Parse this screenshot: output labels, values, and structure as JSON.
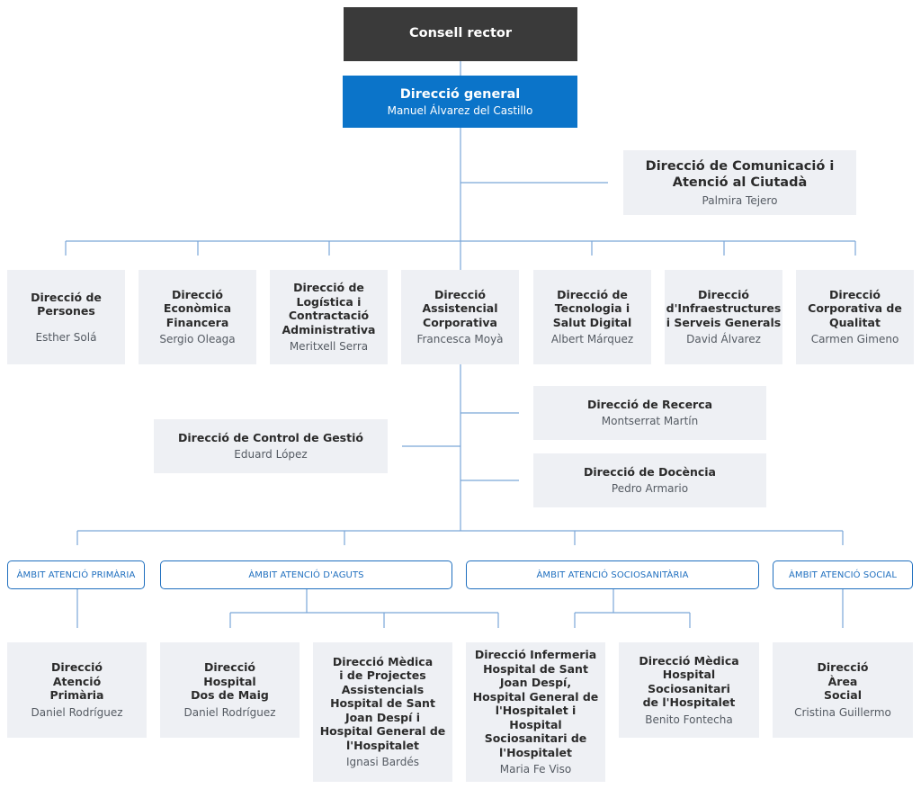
{
  "board": {
    "title": "Consell rector"
  },
  "general": {
    "title": "Direcció general",
    "name": "Manuel Álvarez del Castillo"
  },
  "communication": {
    "title": "Direcció de Comunicació i\nAtenció al Ciutadà",
    "name": "Palmira Tejero"
  },
  "directorates": [
    {
      "title": "Direcció de\nPersones",
      "name": "Esther Solá"
    },
    {
      "title": "Direcció\nEconòmica\nFinancera",
      "name": "Sergio Oleaga"
    },
    {
      "title": "Direcció de\nLogística i\nContractació\nAdministrativa",
      "name": "Meritxell Serra"
    },
    {
      "title": "Direcció\nAssistencial\nCorporativa",
      "name": "Francesca Moyà"
    },
    {
      "title": "Direcció de\nTecnologia i\nSalut Digital",
      "name": "Albert Márquez"
    },
    {
      "title": "Direcció\nd'Infraestructures\ni Serveis Generals",
      "name": "David Álvarez"
    },
    {
      "title": "Direcció\nCorporativa de\nQualitat",
      "name": "Carmen Gimeno"
    }
  ],
  "research": {
    "title": "Direcció de Recerca",
    "name": "Montserrat Martín"
  },
  "control": {
    "title": "Direcció de Control de Gestió",
    "name": "Eduard López"
  },
  "teaching": {
    "title": "Direcció de Docència",
    "name": "Pedro Armario"
  },
  "ambits": [
    "ÀMBIT ATENCIÓ PRIMÀRIA",
    "ÀMBIT ATENCIÓ D'AGUTS",
    "ÀMBIT ATENCIÓ SOCIOSANITÀRIA",
    "ÀMBIT ATENCIÓ SOCIAL"
  ],
  "units": [
    {
      "title": "Direcció\nAtenció\nPrimària",
      "name": "Daniel Rodríguez"
    },
    {
      "title": "Direcció\nHospital\nDos de Maig",
      "name": "Daniel Rodríguez"
    },
    {
      "title": "Direcció Mèdica\ni de Projectes\nAssistencials\nHospital de Sant\nJoan Despí i\nHospital General de\nl'Hospitalet",
      "name": "Ignasi Bardés"
    },
    {
      "title": "Direcció Infermeria\nHospital de Sant\nJoan Despí,\nHospital General de\nl'Hospitalet i Hospital\nSociosanitari de\nl'Hospitalet",
      "name": "Maria Fe Viso"
    },
    {
      "title": "Direcció Mèdica\nHospital Sociosanitari\nde l'Hospitalet",
      "name": "Benito Fontecha"
    },
    {
      "title": "Direcció\nÀrea\nSocial",
      "name": "Cristina Guillermo"
    }
  ],
  "colors": {
    "accent": "#0b74c9",
    "dark": "#3a3a3a",
    "box": "#eef0f4",
    "line": "#6f9fd6"
  }
}
